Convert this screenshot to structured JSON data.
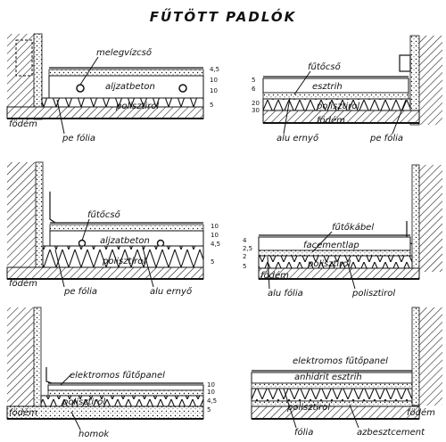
{
  "title": "FŰTÖTT PADLÓK",
  "panels": [
    {
      "labels": [
        "melegvízcső",
        "aljzatbeton",
        "polisztirol",
        "födém",
        "pe fólia"
      ],
      "dims": [
        "4,5",
        "10",
        "10",
        "5"
      ]
    },
    {
      "labels": [
        "fűtőcső",
        "esztrih",
        "polisztirol",
        "födém",
        "alu ernyő",
        "pe fólia"
      ],
      "dims": [
        "5",
        "6",
        "20",
        "30"
      ]
    },
    {
      "labels": [
        "fűtőcső",
        "aljzatbeton",
        "polisztirol",
        "födém",
        "pe fólia",
        "alu ernyő"
      ],
      "dims": [
        "10",
        "10",
        "4,5",
        "5"
      ]
    },
    {
      "labels": [
        "fűtőkábel",
        "facementlap",
        "polisztirol",
        "födém",
        "alu fólia",
        "polisztirol"
      ],
      "dims": [
        "4",
        "2,5",
        "2",
        "5"
      ]
    },
    {
      "labels": [
        "elektromos fűtőpanel",
        "polisztirol",
        "födém",
        "homok"
      ],
      "dims": [
        "10",
        "10",
        "4,5",
        "5"
      ]
    },
    {
      "labels": [
        "elektromos fűtőpanel",
        "anhidrit esztrih",
        "polisztirol",
        "födém",
        "fólia",
        "azbesztcement"
      ]
    }
  ]
}
